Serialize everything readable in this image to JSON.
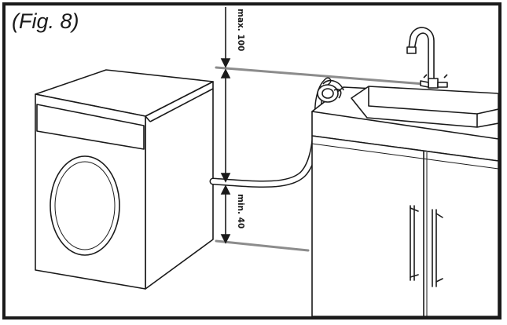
{
  "figure": {
    "label": "(Fig. 8)"
  },
  "dimensions": {
    "max_label": "max. 100",
    "min_label": "min. 40"
  },
  "colors": {
    "outline": "#1a1a1a",
    "dimension_line": "#8c8c8c",
    "fill": "#ffffff"
  }
}
